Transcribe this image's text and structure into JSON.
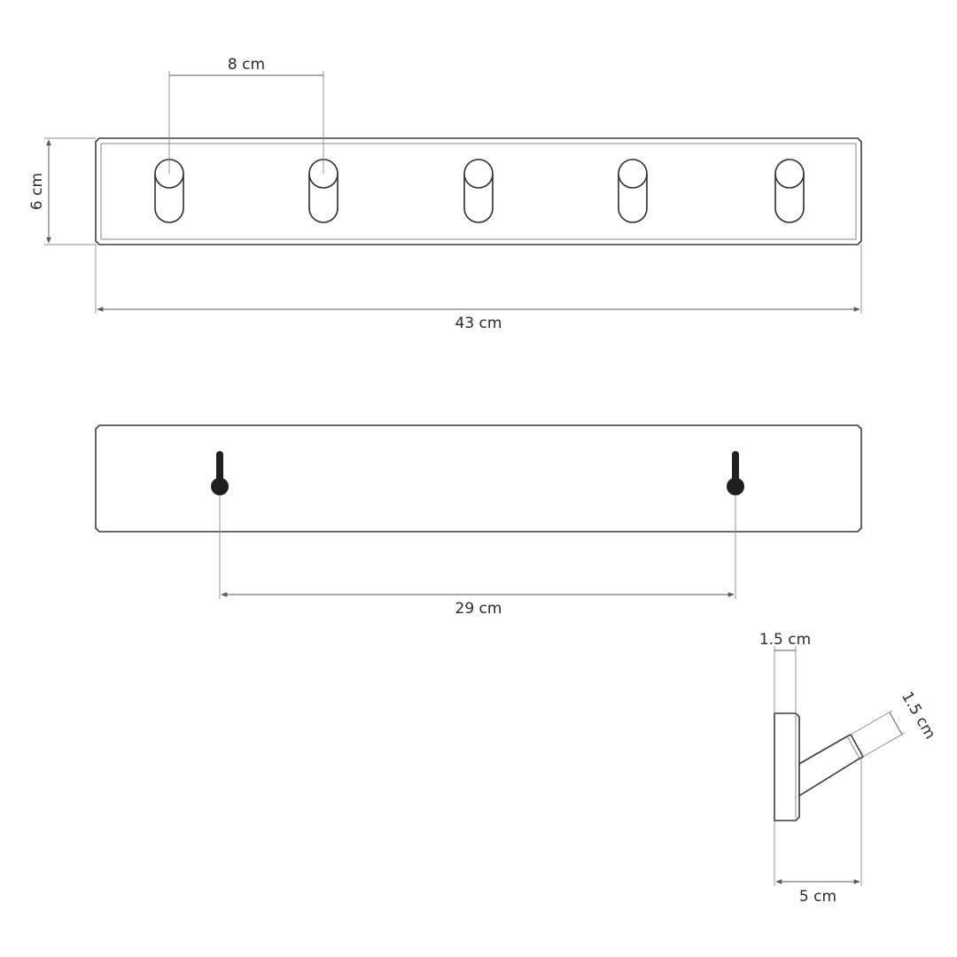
{
  "views": {
    "front": {
      "peg_spacing_label": "8 cm",
      "height_label": "6 cm",
      "width_label": "43 cm",
      "peg_count": 5
    },
    "back": {
      "mount_spacing_label": "29 cm",
      "keyhole_count": 2
    },
    "side": {
      "plate_thickness_label": "1.5 cm",
      "hook_diameter_label": "1.5 cm",
      "depth_label": "5 cm"
    }
  },
  "colors": {
    "outline": "#3c3c3c",
    "keyhole": "#1f1f1f",
    "background": "#ffffff"
  }
}
